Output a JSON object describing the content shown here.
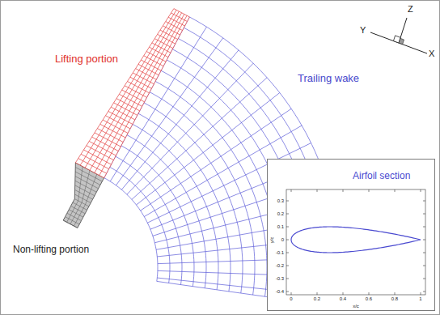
{
  "diagram": {
    "nodes": [
      {
        "text": [
          "Airfoil section"
        ]
      }
    ],
    "labels": [
      "Lifting portion",
      "Trailing wake",
      "Non-lifting portion",
      "Z",
      "Y",
      "X",
      "x/c",
      "y/c",
      "0",
      "0.2",
      "0.4",
      "0.6",
      "0.8",
      "1",
      "0.3",
      "0.2",
      "0.1",
      "0",
      "-0.1",
      "-0.2",
      "-0.3",
      "-0.4"
    ]
  }
}
